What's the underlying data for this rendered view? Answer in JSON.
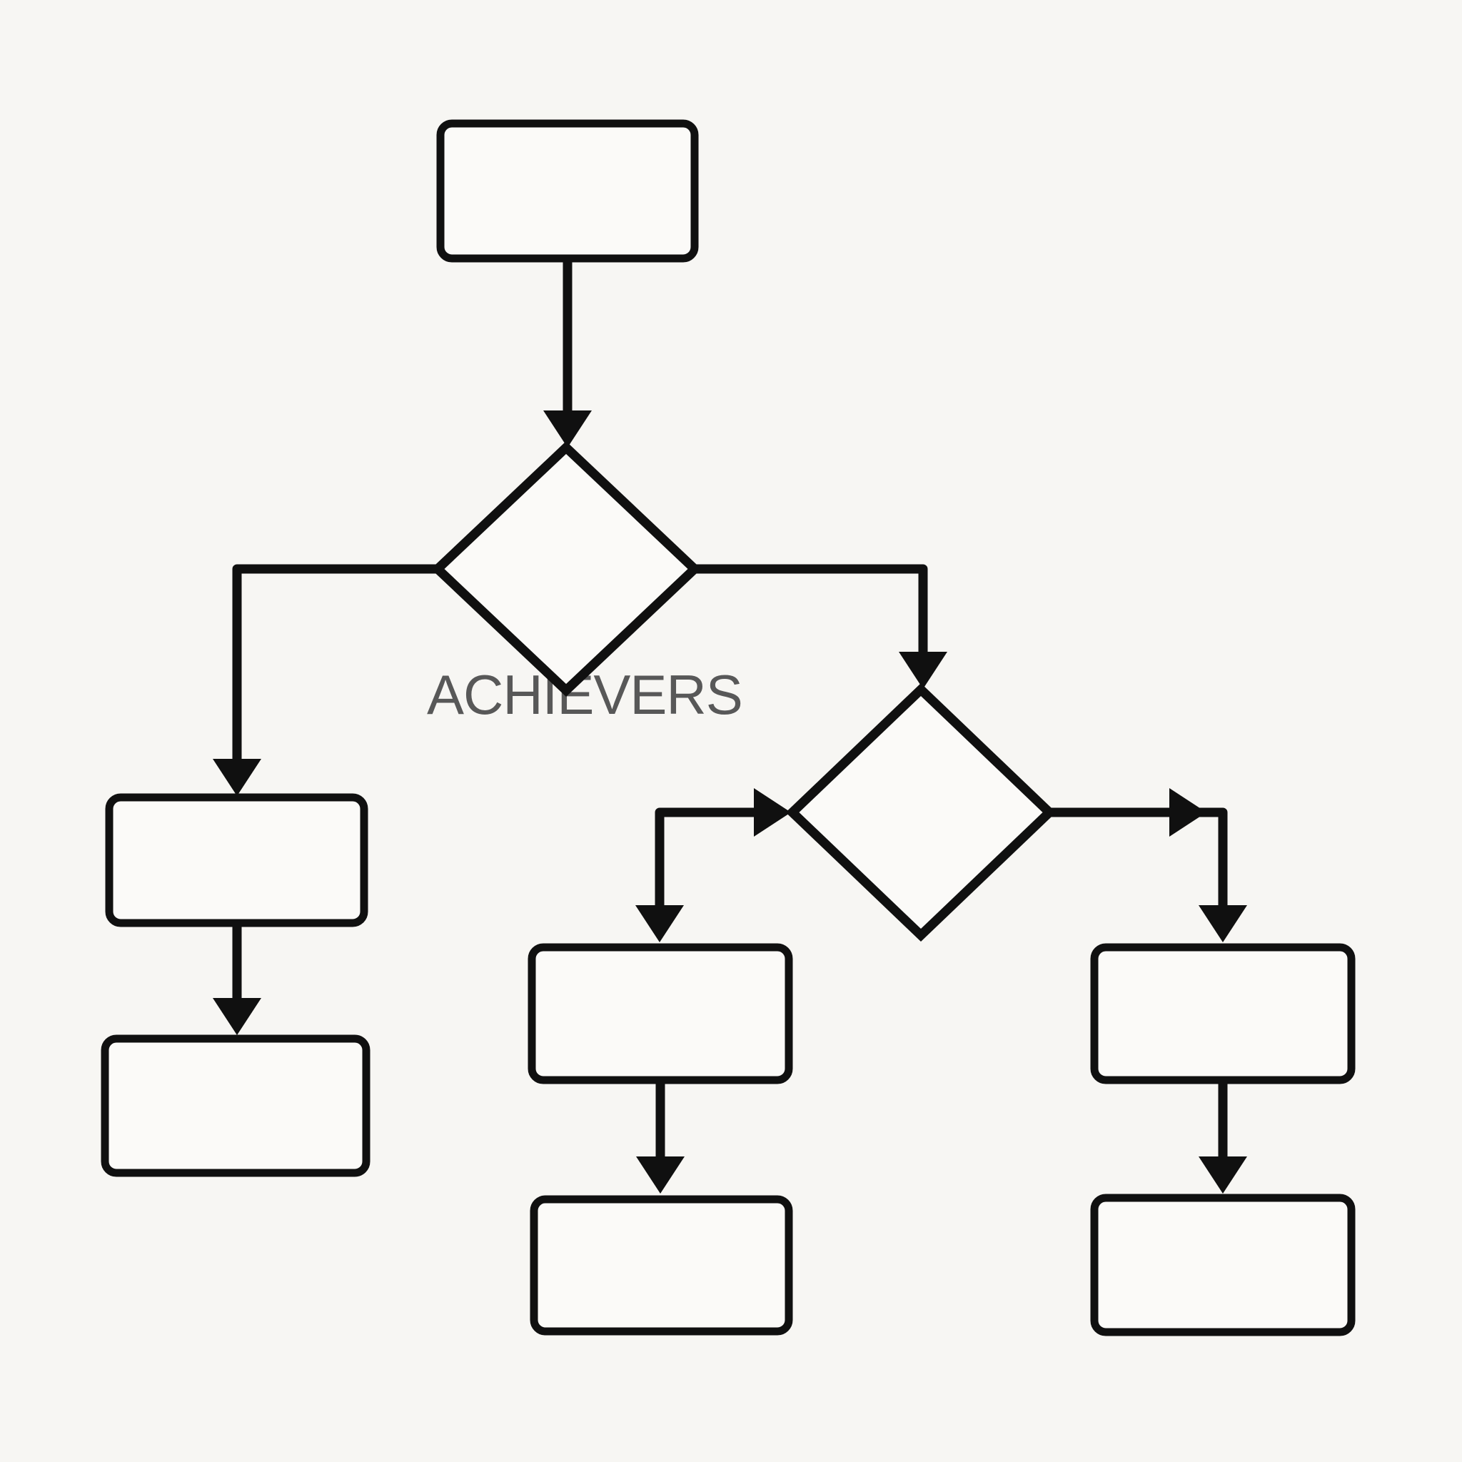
{
  "watermark": {
    "text": "ACHIEVERS",
    "color": "#585858"
  },
  "colors": {
    "bg": "#f7f6f3",
    "ink": "#101010",
    "node-fill": "#fbfaf8",
    "watermark": "#585858"
  },
  "diagram": {
    "type": "flowchart",
    "nodes": [
      {
        "id": "start",
        "shape": "rectangle",
        "label": ""
      },
      {
        "id": "decision-1",
        "shape": "diamond",
        "label": ""
      },
      {
        "id": "process-left-1",
        "shape": "rectangle",
        "label": ""
      },
      {
        "id": "process-left-2",
        "shape": "rectangle",
        "label": ""
      },
      {
        "id": "decision-2",
        "shape": "diamond",
        "label": ""
      },
      {
        "id": "process-middle-1",
        "shape": "rectangle",
        "label": ""
      },
      {
        "id": "process-middle-2",
        "shape": "rectangle",
        "label": ""
      },
      {
        "id": "process-right-1",
        "shape": "rectangle",
        "label": ""
      },
      {
        "id": "process-right-2",
        "shape": "rectangle",
        "label": ""
      }
    ],
    "connectors": [
      {
        "from": "start",
        "to": "decision-1",
        "route": "straight-down",
        "arrowheads": [
          "down-at-end"
        ]
      },
      {
        "from": "decision-1",
        "to": "process-left-1",
        "route": "left-then-down",
        "arrowheads": [
          "down-at-end"
        ]
      },
      {
        "from": "process-left-1",
        "to": "process-left-2",
        "route": "straight-down",
        "arrowheads": [
          "down-at-end"
        ]
      },
      {
        "from": "decision-1",
        "to": "decision-2",
        "route": "right-then-down",
        "arrowheads": [
          "down-at-end"
        ]
      },
      {
        "from": "elbow-left-of-decision-2",
        "to": "decision-2",
        "route": "horizontal-right",
        "arrowheads": [
          "right-into-diamond-left-vertex"
        ]
      },
      {
        "from": "elbow-left-of-decision-2",
        "to": "process-middle-1",
        "route": "straight-down",
        "arrowheads": [
          "down-at-end"
        ]
      },
      {
        "from": "process-middle-1",
        "to": "process-middle-2",
        "route": "straight-down",
        "arrowheads": [
          "down-at-end"
        ]
      },
      {
        "from": "decision-2",
        "to": "process-right-1",
        "route": "right-then-down",
        "arrowheads": [
          "right-mid-line",
          "down-at-end"
        ]
      },
      {
        "from": "process-right-1",
        "to": "process-right-2",
        "route": "straight-down",
        "arrowheads": [
          "down-at-end"
        ]
      }
    ]
  }
}
